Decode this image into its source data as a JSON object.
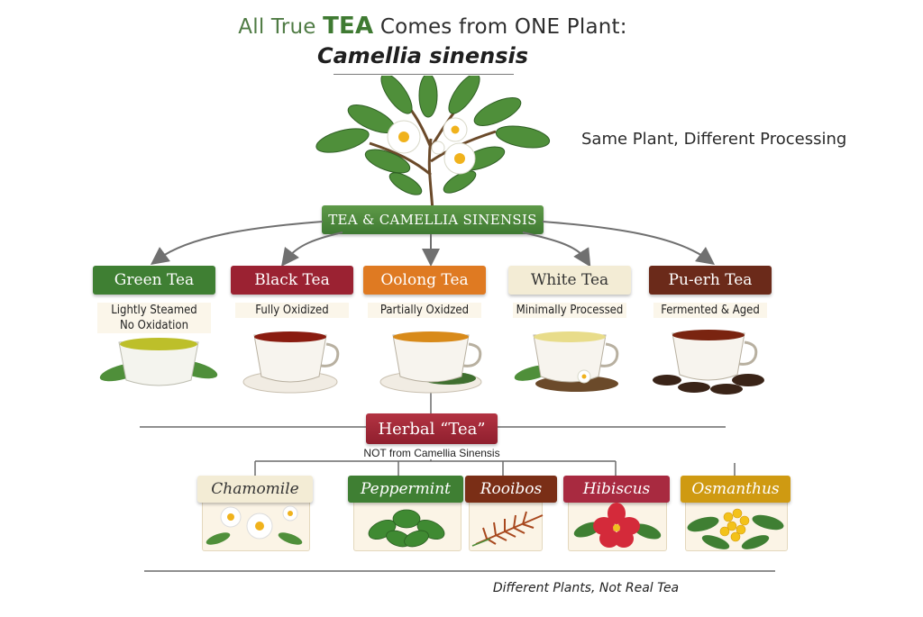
{
  "title": {
    "lead": "All True ",
    "emphasis": "TEA",
    "rest": " Comes from ONE Plant:",
    "species": "Camellia sinensis"
  },
  "side_note": "Same Plant, Different Processing",
  "root_label": "TEA & CAMELLIA SINENSIS",
  "teas": [
    {
      "name": "Green Tea",
      "process": "Lightly Steamed\nNo Oxidation",
      "color": "#3f7f33",
      "liquor": "#bdbf2a"
    },
    {
      "name": "Black Tea",
      "process": "Fully Oxidized",
      "color": "#9b2232",
      "liquor": "#8a1c10"
    },
    {
      "name": "Oolong Tea",
      "process": "Partially Oxidzed",
      "color": "#df7a22",
      "liquor": "#d88a1a"
    },
    {
      "name": "White Tea",
      "process": "Minimally Processed",
      "color": "#f3ecd5",
      "liquor": "#e8dc8a"
    },
    {
      "name": "Pu-erh Tea",
      "process": "Fermented & Aged",
      "color": "#6b2a1a",
      "liquor": "#7a2410"
    }
  ],
  "herbal": {
    "label": "Herbal “Tea”",
    "note": "NOT from Camellia Sinensis"
  },
  "herbs": [
    {
      "name": "Chamomile",
      "color": "#f3ecd5",
      "text_color": "#333333"
    },
    {
      "name": "Peppermint",
      "color": "#3f7f33",
      "text_color": "#ffffff"
    },
    {
      "name": "Rooibos",
      "color": "#7a2e16",
      "text_color": "#ffffff"
    },
    {
      "name": "Hibiscus",
      "color": "#a82a40",
      "text_color": "#ffffff"
    },
    {
      "name": "Osmanthus",
      "color": "#cf9a12",
      "text_color": "#ffffff"
    }
  ],
  "footer_note": "Different Plants, Not Real Tea"
}
